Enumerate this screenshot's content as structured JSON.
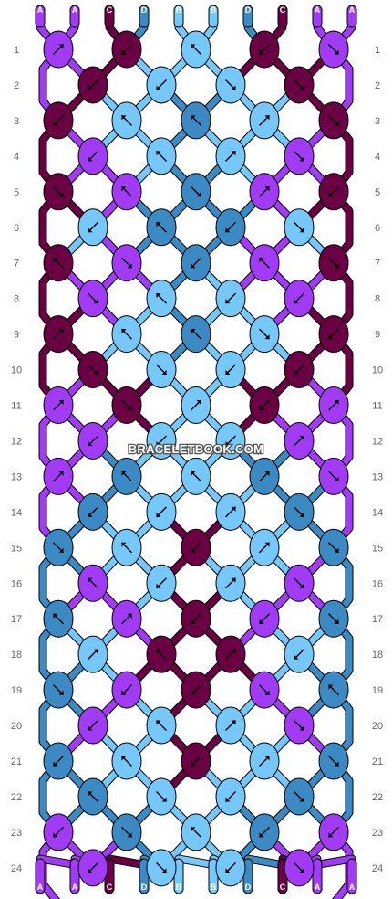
{
  "site": {
    "watermark": "BRACELETBOOK.COM"
  },
  "colors": {
    "A": "#a23bf5",
    "B": "#76c8fb",
    "C": "#6a0043",
    "D": "#3c8ac4"
  },
  "top_strands": [
    "A",
    "A",
    "C",
    "D",
    "B",
    "B",
    "D",
    "C",
    "A",
    "A"
  ],
  "bottom_strands": [
    "A",
    "A",
    "C",
    "D",
    "B",
    "B",
    "D",
    "C",
    "A",
    "A"
  ],
  "row_numbers": [
    "1",
    "2",
    "3",
    "4",
    "5",
    "6",
    "7",
    "8",
    "9",
    "10",
    "11",
    "12",
    "13",
    "14",
    "15",
    "16",
    "17",
    "18",
    "19",
    "20",
    "21",
    "22",
    "23",
    "24"
  ],
  "knot_rows": [
    [
      [
        "A",
        "ne"
      ],
      [
        "C",
        "sw"
      ],
      [
        "B",
        "nw"
      ],
      [
        "C",
        "sw"
      ],
      [
        "A",
        "se"
      ]
    ],
    [
      [
        "C",
        "sw"
      ],
      [
        "B",
        "sw"
      ],
      [
        "B",
        "se"
      ],
      [
        "C",
        "se"
      ]
    ],
    [
      [
        "C",
        "sw"
      ],
      [
        "B",
        "nw"
      ],
      [
        "D",
        "nw"
      ],
      [
        "B",
        "ne"
      ],
      [
        "C",
        "se"
      ]
    ],
    [
      [
        "A",
        "sw"
      ],
      [
        "B",
        "nw"
      ],
      [
        "B",
        "ne"
      ],
      [
        "A",
        "se"
      ]
    ],
    [
      [
        "C",
        "se"
      ],
      [
        "A",
        "nw"
      ],
      [
        "D",
        "se"
      ],
      [
        "A",
        "ne"
      ],
      [
        "C",
        "sw"
      ]
    ],
    [
      [
        "B",
        "sw"
      ],
      [
        "D",
        "nw"
      ],
      [
        "D",
        "sw"
      ],
      [
        "B",
        "se"
      ]
    ],
    [
      [
        "C",
        "nw"
      ],
      [
        "A",
        "se"
      ],
      [
        "D",
        "sw"
      ],
      [
        "A",
        "nw"
      ],
      [
        "C",
        "se"
      ]
    ],
    [
      [
        "A",
        "se"
      ],
      [
        "B",
        "nw"
      ],
      [
        "B",
        "sw"
      ],
      [
        "A",
        "sw"
      ]
    ],
    [
      [
        "C",
        "ne"
      ],
      [
        "B",
        "nw"
      ],
      [
        "D",
        "nw"
      ],
      [
        "B",
        "se"
      ],
      [
        "C",
        "sw"
      ]
    ],
    [
      [
        "C",
        "se"
      ],
      [
        "B",
        "se"
      ],
      [
        "B",
        "sw"
      ],
      [
        "C",
        "sw"
      ]
    ],
    [
      [
        "A",
        "ne"
      ],
      [
        "C",
        "se"
      ],
      [
        "B",
        "ne"
      ],
      [
        "C",
        "sw"
      ],
      [
        "A",
        "ne"
      ]
    ],
    [
      [
        "A",
        "sw"
      ],
      [
        "B",
        "sw"
      ],
      [
        "B",
        "sw"
      ],
      [
        "A",
        "ne"
      ]
    ],
    [
      [
        "A",
        "ne"
      ],
      [
        "D",
        "nw"
      ],
      [
        "B",
        "nw"
      ],
      [
        "D",
        "ne"
      ],
      [
        "A",
        "se"
      ]
    ],
    [
      [
        "D",
        "sw"
      ],
      [
        "B",
        "sw"
      ],
      [
        "B",
        "ne"
      ],
      [
        "D",
        "se"
      ]
    ],
    [
      [
        "D",
        "se"
      ],
      [
        "B",
        "nw"
      ],
      [
        "C",
        "sw"
      ],
      [
        "B",
        "ne"
      ],
      [
        "D",
        "se"
      ]
    ],
    [
      [
        "A",
        "nw"
      ],
      [
        "B",
        "sw"
      ],
      [
        "B",
        "ne"
      ],
      [
        "A",
        "se"
      ]
    ],
    [
      [
        "D",
        "nw"
      ],
      [
        "A",
        "ne"
      ],
      [
        "C",
        "sw"
      ],
      [
        "A",
        "sw"
      ],
      [
        "D",
        "se"
      ]
    ],
    [
      [
        "B",
        "ne"
      ],
      [
        "C",
        "nw"
      ],
      [
        "C",
        "ne"
      ],
      [
        "B",
        "sw"
      ]
    ],
    [
      [
        "D",
        "se"
      ],
      [
        "A",
        "sw"
      ],
      [
        "C",
        "sw"
      ],
      [
        "A",
        "se"
      ],
      [
        "D",
        "nw"
      ]
    ],
    [
      [
        "A",
        "sw"
      ],
      [
        "B",
        "nw"
      ],
      [
        "B",
        "ne"
      ],
      [
        "A",
        "se"
      ]
    ],
    [
      [
        "D",
        "sw"
      ],
      [
        "B",
        "nw"
      ],
      [
        "C",
        "sw"
      ],
      [
        "B",
        "ne"
      ],
      [
        "D",
        "se"
      ]
    ],
    [
      [
        "D",
        "nw"
      ],
      [
        "B",
        "se"
      ],
      [
        "B",
        "sw"
      ],
      [
        "D",
        "se"
      ]
    ],
    [
      [
        "A",
        "sw"
      ],
      [
        "D",
        "se"
      ],
      [
        "B",
        "nw"
      ],
      [
        "D",
        "sw"
      ],
      [
        "A",
        "sw"
      ]
    ],
    [
      [
        "A",
        "sw"
      ],
      [
        "B",
        "se"
      ],
      [
        "B",
        "sw"
      ],
      [
        "A",
        "se"
      ]
    ]
  ]
}
